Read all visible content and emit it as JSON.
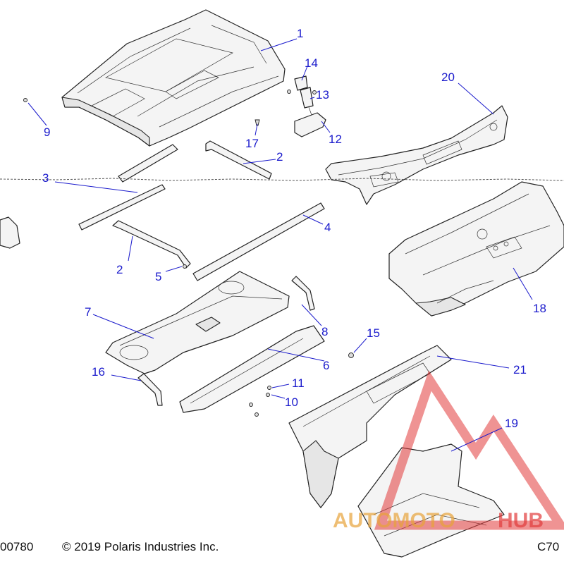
{
  "callouts": [
    {
      "id": "c1",
      "label": "1"
    },
    {
      "id": "c2a",
      "label": "2"
    },
    {
      "id": "c2b",
      "label": "2"
    },
    {
      "id": "c3",
      "label": "3"
    },
    {
      "id": "c4",
      "label": "4"
    },
    {
      "id": "c5",
      "label": "5"
    },
    {
      "id": "c6",
      "label": "6"
    },
    {
      "id": "c7",
      "label": "7"
    },
    {
      "id": "c8",
      "label": "8"
    },
    {
      "id": "c9",
      "label": "9"
    },
    {
      "id": "c10",
      "label": "10"
    },
    {
      "id": "c11",
      "label": "11"
    },
    {
      "id": "c12",
      "label": "12"
    },
    {
      "id": "c13",
      "label": "13"
    },
    {
      "id": "c14",
      "label": "14"
    },
    {
      "id": "c15",
      "label": "15"
    },
    {
      "id": "c16",
      "label": "16"
    },
    {
      "id": "c17",
      "label": "17"
    },
    {
      "id": "c18",
      "label": "18"
    },
    {
      "id": "c19",
      "label": "19"
    },
    {
      "id": "c20",
      "label": "20"
    },
    {
      "id": "c21",
      "label": "21"
    }
  ],
  "footer": {
    "left_code": "00780",
    "copyright": "© 2019 Polaris Industries Inc.",
    "right_code": "C70"
  },
  "watermark": {
    "part1": "AUTOMOTO",
    "part2": "HUB",
    "color_primary": "#e8a33a",
    "color_secondary": "#e23b3b"
  }
}
